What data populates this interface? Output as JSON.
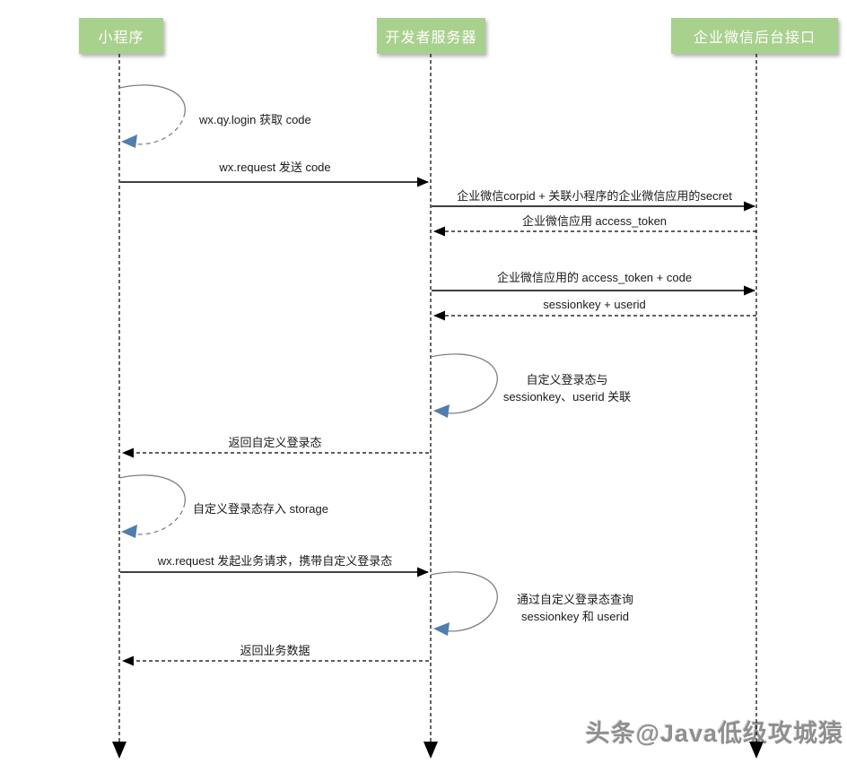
{
  "diagram": {
    "type": "sequence-diagram",
    "actors": [
      {
        "id": "mini-program",
        "label": "小程序"
      },
      {
        "id": "dev-server",
        "label": "开发者服务器"
      },
      {
        "id": "wecom-api",
        "label": "企业微信后台接口"
      }
    ],
    "messages": [
      {
        "from": "小程序",
        "to": "小程序",
        "style": "self-loop",
        "label": "wx.qy.login 获取 code"
      },
      {
        "from": "小程序",
        "to": "开发者服务器",
        "style": "solid",
        "label": "wx.request 发送 code"
      },
      {
        "from": "开发者服务器",
        "to": "企业微信后台接口",
        "style": "solid",
        "label": "企业微信corpid + 关联小程序的企业微信应用的secret"
      },
      {
        "from": "企业微信后台接口",
        "to": "开发者服务器",
        "style": "dashed-return",
        "label": "企业微信应用 access_token"
      },
      {
        "from": "开发者服务器",
        "to": "企业微信后台接口",
        "style": "solid",
        "label": "企业微信应用的 access_token + code"
      },
      {
        "from": "企业微信后台接口",
        "to": "开发者服务器",
        "style": "dashed-return",
        "label": "sessionkey + userid"
      },
      {
        "from": "开发者服务器",
        "to": "开发者服务器",
        "style": "self-loop",
        "lines": [
          "自定义登录态与",
          "sessionkey、userid 关联"
        ]
      },
      {
        "from": "开发者服务器",
        "to": "小程序",
        "style": "dashed-return",
        "label": "返回自定义登录态"
      },
      {
        "from": "小程序",
        "to": "小程序",
        "style": "self-loop",
        "label": "自定义登录态存入 storage"
      },
      {
        "from": "小程序",
        "to": "开发者服务器",
        "style": "solid",
        "label": "wx.request 发起业务请求，携带自定义登录态"
      },
      {
        "from": "开发者服务器",
        "to": "开发者服务器",
        "style": "self-loop",
        "lines": [
          "通过自定义登录态查询",
          "sessionkey 和 userid"
        ]
      },
      {
        "from": "开发者服务器",
        "to": "小程序",
        "style": "dashed-return",
        "label": "返回业务数据"
      }
    ],
    "colors": {
      "actor_bg": "#a9d18e",
      "actor_text": "#ffffff",
      "message_line": "#000000",
      "loop_arc": "#808080",
      "loop_arrowhead": "#4f7dad"
    },
    "watermark": "头条@Java低级攻城猿"
  }
}
